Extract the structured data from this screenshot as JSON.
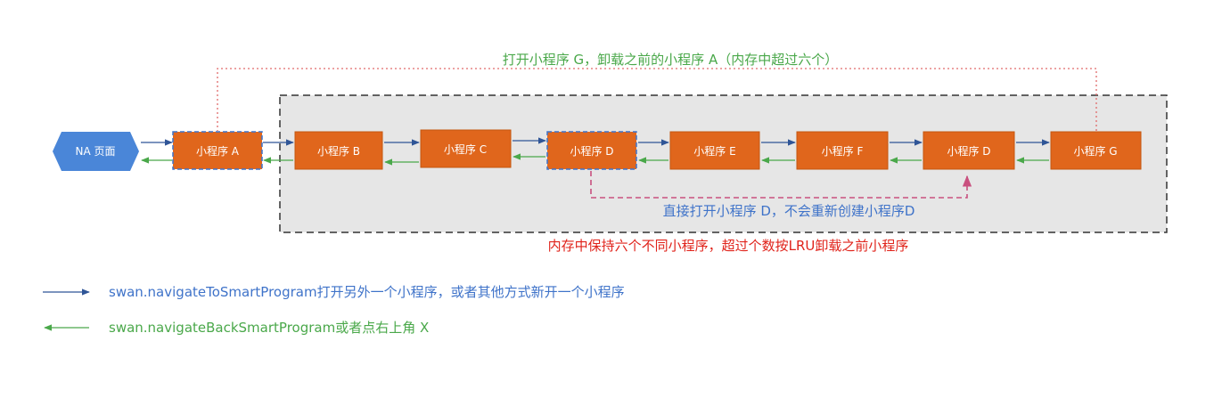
{
  "nodes": {
    "na": "NA 页面",
    "a": "小程序 A",
    "b": "小程序 B",
    "c": "小程序 C",
    "d1": "小程序 D",
    "e": "小程序 E",
    "f": "小程序 F",
    "d2": "小程序 D",
    "g": "小程序 G"
  },
  "annotations": {
    "top_unload": "打开小程序 G，卸载之前的小程序 A（内存中超过六个）",
    "reopen_d": "直接打开小程序 D，不会重新创建小程序D",
    "memory_limit": "内存中保持六个不同小程序，超过个数按LRU卸载之前小程序"
  },
  "legend": {
    "forward": "swan.navigateToSmartProgram打开另外一个小程序，或者其他方式新开一个小程序",
    "back": "swan.navigateBackSmartProgram或者点右上角 X"
  },
  "colors": {
    "node_fill": "#e0661c",
    "node_stroke": "#c4570f",
    "na_fill": "#4a86d8",
    "forward_arrow": "#2f5597",
    "back_arrow": "#4aa84a",
    "dashed_highlight": "#3f73c9",
    "reopen_line": "#c9507f",
    "unload_line": "#e06a6a",
    "container_fill": "#e6e6e6",
    "green_text": "#4aa84a",
    "blue_text": "#3f73c9",
    "red_text": "#e0231b"
  }
}
